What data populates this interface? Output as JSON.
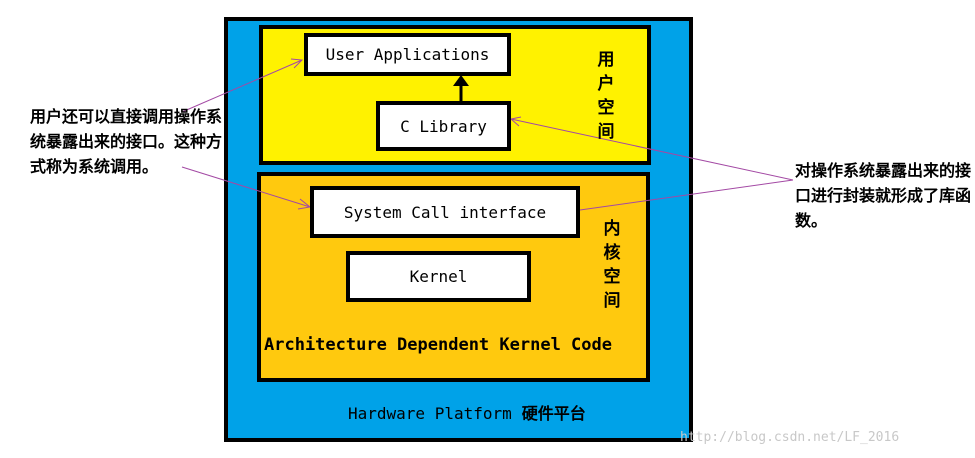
{
  "user_space": {
    "label": "用户空间",
    "chars": [
      "用",
      "户",
      "空",
      "间"
    ]
  },
  "kernel_space": {
    "label": "内核空间",
    "chars": [
      "内",
      "核",
      "空",
      "间"
    ]
  },
  "boxes": {
    "user_applications": "User Applications",
    "c_library": "C Library",
    "system_call_interface": "System Call interface",
    "kernel": "Kernel"
  },
  "arch_code": "Architecture Dependent Kernel Code",
  "hardware": {
    "en": "Hardware Platform",
    "cn": "硬件平台"
  },
  "annotations": {
    "left": "用户还可以直接调用操作系统暴露出来的接口。这种方式称为系统调用。",
    "right": "对操作系统暴露出来的接口进行封装就形成了库函数。"
  },
  "watermark": "http://blog.csdn.net/LF_2016",
  "colors": {
    "hardware": "#00a2e8",
    "user_space": "#fff200",
    "kernel_space": "#ffc90e",
    "pointer_line": "#a349a4"
  }
}
